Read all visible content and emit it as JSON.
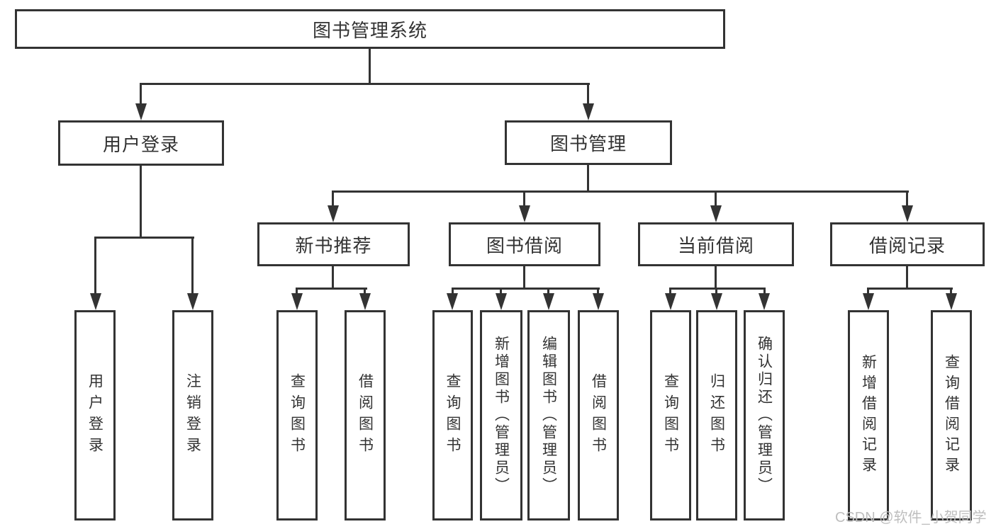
{
  "diagram": {
    "title_node": "图书管理系统",
    "nodes": {
      "root": {
        "label": "图书管理系统"
      },
      "user_login": {
        "label": "用户登录"
      },
      "book_mgmt": {
        "label": "图书管理"
      },
      "new_book_rec": {
        "label": "新书推荐"
      },
      "book_borrow": {
        "label": "图书借阅"
      },
      "current_borrow": {
        "label": "当前借阅"
      },
      "borrow_records": {
        "label": "借阅记录"
      },
      "ul_login": {
        "label": "用户登录"
      },
      "ul_logout": {
        "label": "注销登录"
      },
      "rec_query": {
        "label": "查询图书"
      },
      "rec_borrow": {
        "label": "借阅图书"
      },
      "bb_query": {
        "label": "查询图书"
      },
      "bb_add": {
        "label": "新增图书（管理员）"
      },
      "bb_edit": {
        "label": "编辑图书（管理员）"
      },
      "bb_borrow": {
        "label": "借阅图书"
      },
      "cb_query": {
        "label": "查询图书"
      },
      "cb_return": {
        "label": "归还图书"
      },
      "cb_confirm": {
        "label": "确认归还（管理员）"
      },
      "br_add": {
        "label": "新增借阅记录"
      },
      "br_query": {
        "label": "查询借阅记录"
      }
    },
    "watermark": {
      "text": "CSDN @软件_小贺同学"
    },
    "colors": {
      "line": "#333333",
      "box_border": "#333333",
      "text": "#333333",
      "watermark": "#bebebe",
      "background": "#ffffff"
    }
  }
}
